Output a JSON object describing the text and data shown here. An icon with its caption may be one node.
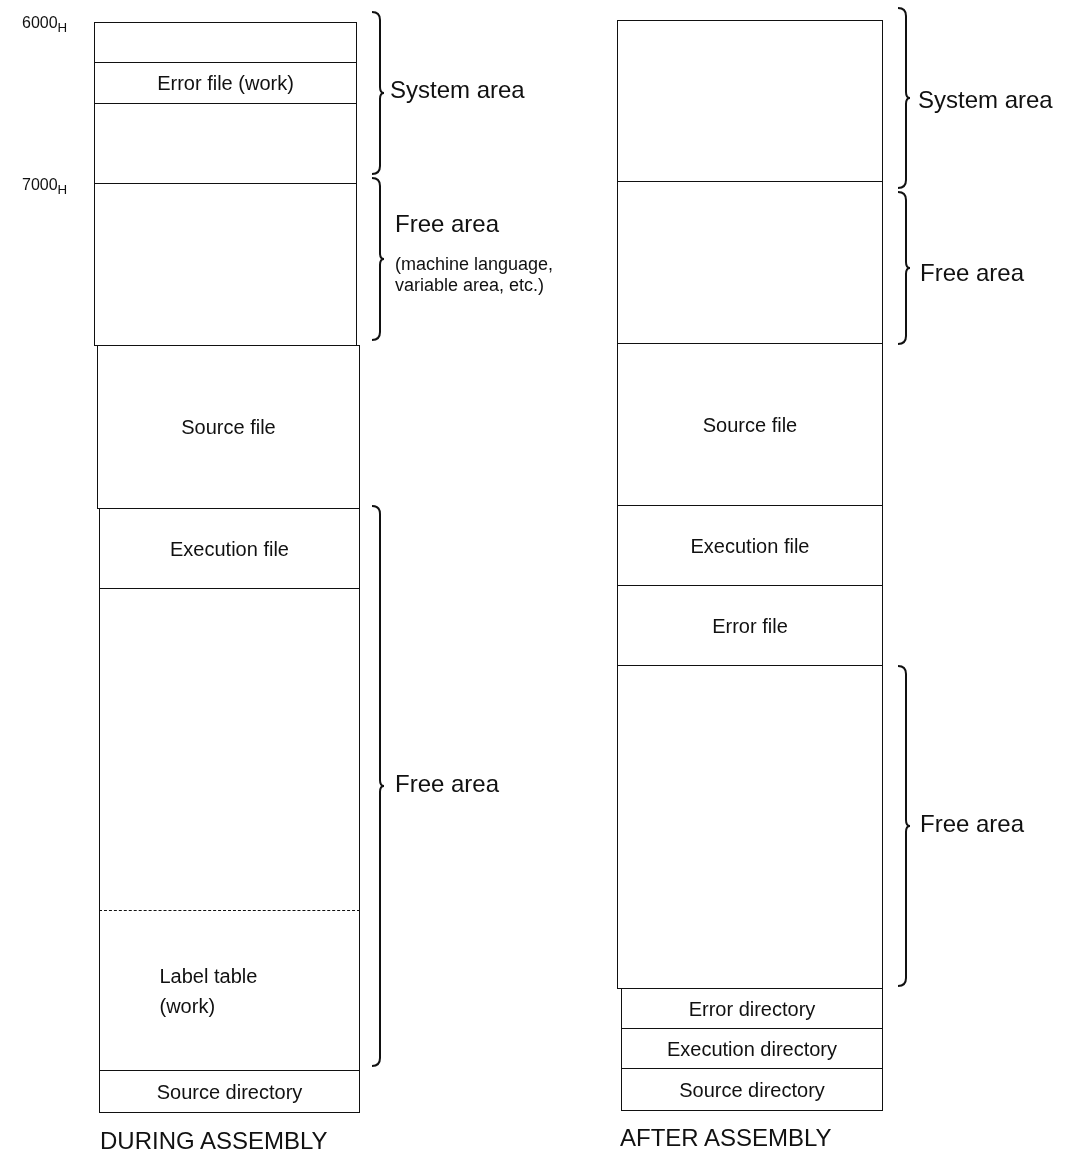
{
  "diagram": {
    "nodes": [
      {
        "text": [],
        "shape": "box"
      },
      {
        "text": [
          "Error file (work)"
        ]
      },
      {
        "text": [],
        "shape": "box"
      },
      {
        "text": [],
        "shape": "box"
      },
      {
        "text": [
          "Source file"
        ]
      },
      {
        "text": [
          "Execution file"
        ]
      },
      {
        "text": [],
        "shape": "box"
      },
      {
        "text": [
          "Label table (work)"
        ]
      },
      {
        "text": [
          "Source directory"
        ]
      },
      {
        "text": [],
        "shape": "box"
      },
      {
        "text": [],
        "shape": "box"
      },
      {
        "text": [
          "Source file"
        ]
      },
      {
        "text": [
          "Execution file"
        ]
      },
      {
        "text": [
          "Error file"
        ]
      },
      {
        "text": [],
        "shape": "box"
      },
      {
        "text": [
          "Error directory"
        ]
      },
      {
        "text": [
          "Execution directory"
        ]
      },
      {
        "text": [
          "Source directory"
        ]
      }
    ],
    "edges": [],
    "labels": [
      "6000$_{H}$",
      "System area",
      "7000$_{H}$",
      "Free area",
      "(machine language, variable area, etc.)",
      "Free area",
      "System area",
      "Free area",
      "Free area",
      "DURING ASSEMBLY",
      "AFTER ASSEMBLY"
    ]
  }
}
